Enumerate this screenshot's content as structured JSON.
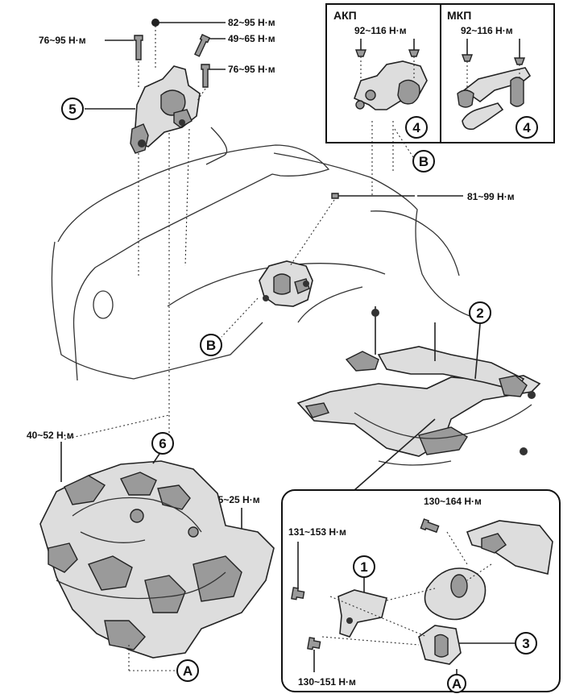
{
  "torque": {
    "t1": "82~95 Н·м",
    "t2": "49~65 Н·м",
    "t3": "76~95 Н·м",
    "t4": "76~95 Н·м",
    "t5": "92~116 Н·м",
    "t6": "92~116 Н·м",
    "t7": "81~99 Н·м",
    "t8": "40~52 Н·м",
    "t9": "15~25 Н·м",
    "t10": "130~164 Н·м",
    "t11": "131~153 Н·м",
    "t12": "130~151 Н·м"
  },
  "inset": {
    "akp_label": "АКП",
    "mkp_label": "МКП"
  },
  "callouts": {
    "c1": "1",
    "c2": "2",
    "c3": "3",
    "c4a": "4",
    "c4b": "4",
    "c5": "5",
    "c6": "6",
    "ca1": "A",
    "ca2": "A",
    "cb1": "B",
    "cb2": "B"
  }
}
